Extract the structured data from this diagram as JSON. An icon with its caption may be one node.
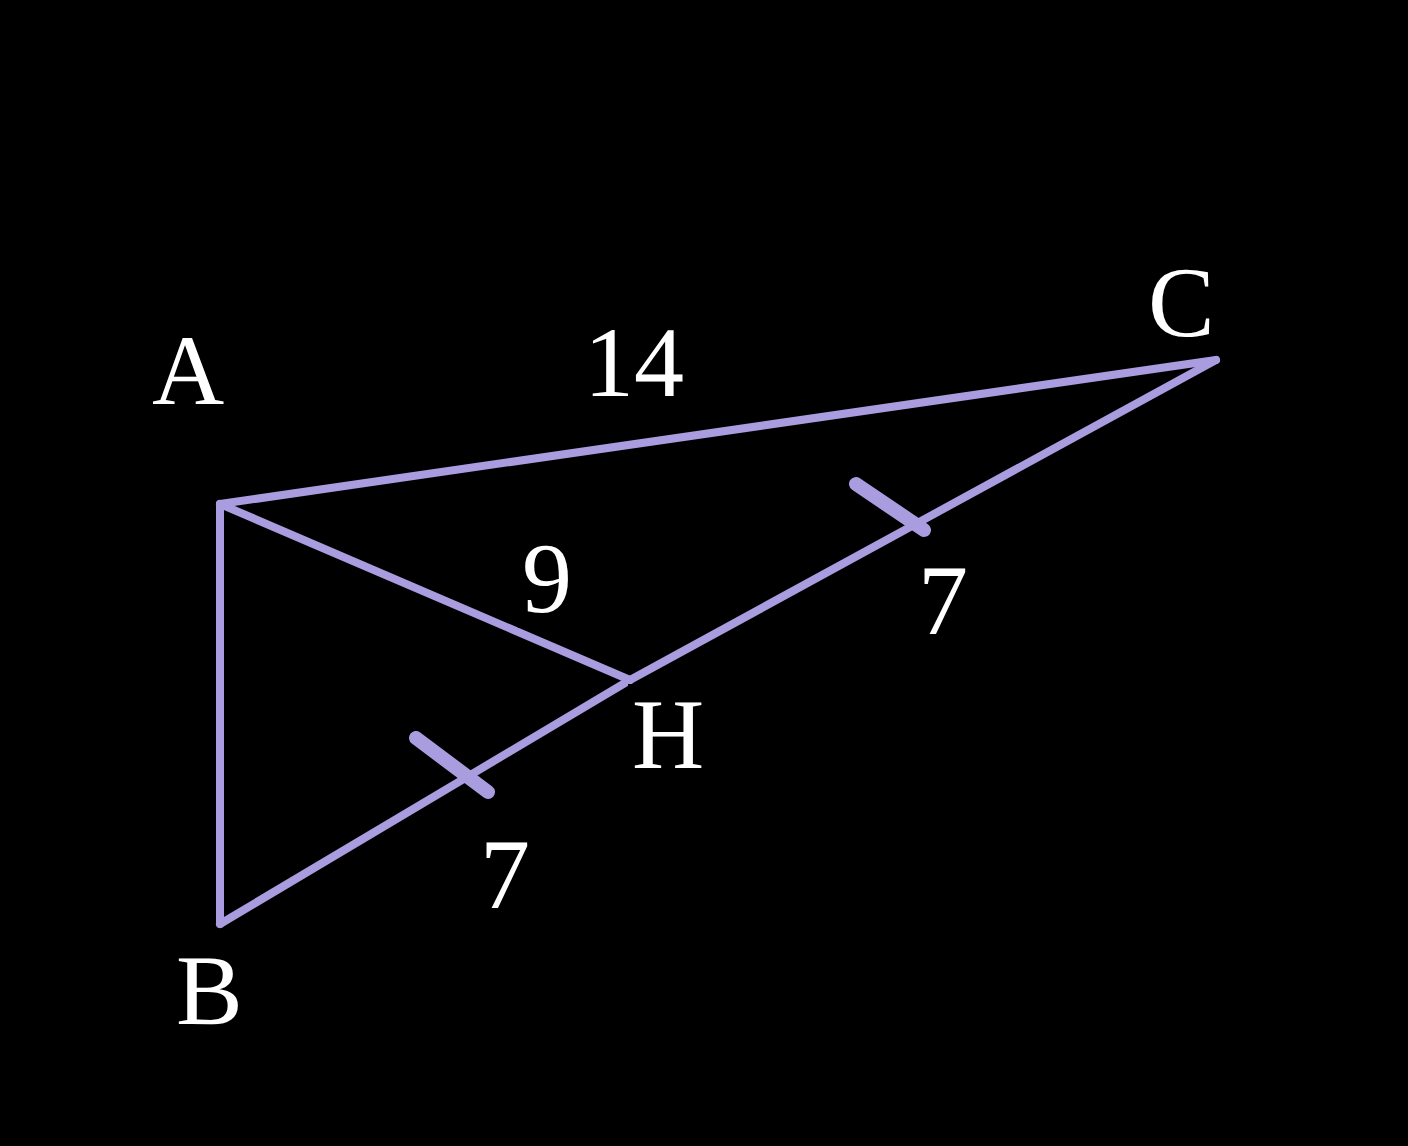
{
  "diagram": {
    "nodes": [
      {
        "text": [
          "A"
        ]
      },
      {
        "text": [
          "B"
        ]
      },
      {
        "text": [
          "C"
        ]
      },
      {
        "text": [
          "H"
        ]
      }
    ],
    "edges": [
      {
        "from": 0,
        "to": 1,
        "arrow": "none"
      },
      {
        "from": 0,
        "to": 2,
        "arrow": "none",
        "label": "14"
      },
      {
        "from": 1,
        "to": 3,
        "arrow": "none",
        "label": "7"
      },
      {
        "from": 3,
        "to": 2,
        "arrow": "none",
        "label": "7"
      },
      {
        "from": 0,
        "to": 3,
        "arrow": "none",
        "label": "9"
      }
    ]
  }
}
